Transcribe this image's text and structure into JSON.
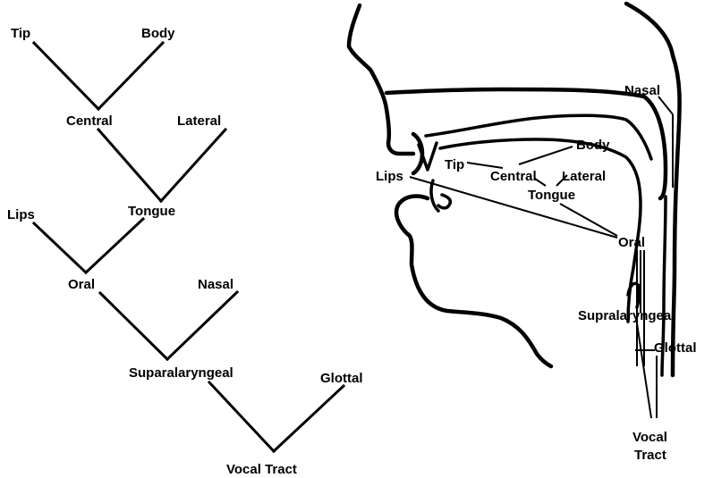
{
  "tree": {
    "tip": "Tip",
    "body": "Body",
    "central": "Central",
    "lateral": "Lateral",
    "lips": "Lips",
    "tongue": "Tongue",
    "oral": "Oral",
    "nasal": "Nasal",
    "supralaryngeal": "Suparalaryngeal",
    "glottal": "Glottal",
    "vocal_tract": "Vocal Tract"
  },
  "head": {
    "nasal": "Nasal",
    "body": "Body",
    "lips": "Lips",
    "tip": "Tip",
    "central": "Central",
    "lateral": "Lateral",
    "tongue": "Tongue",
    "oral": "Oral",
    "supralaryngeal": "Supralaryngeal",
    "glottal": "Glottal",
    "vocal": "Vocal",
    "tract": "Tract"
  }
}
